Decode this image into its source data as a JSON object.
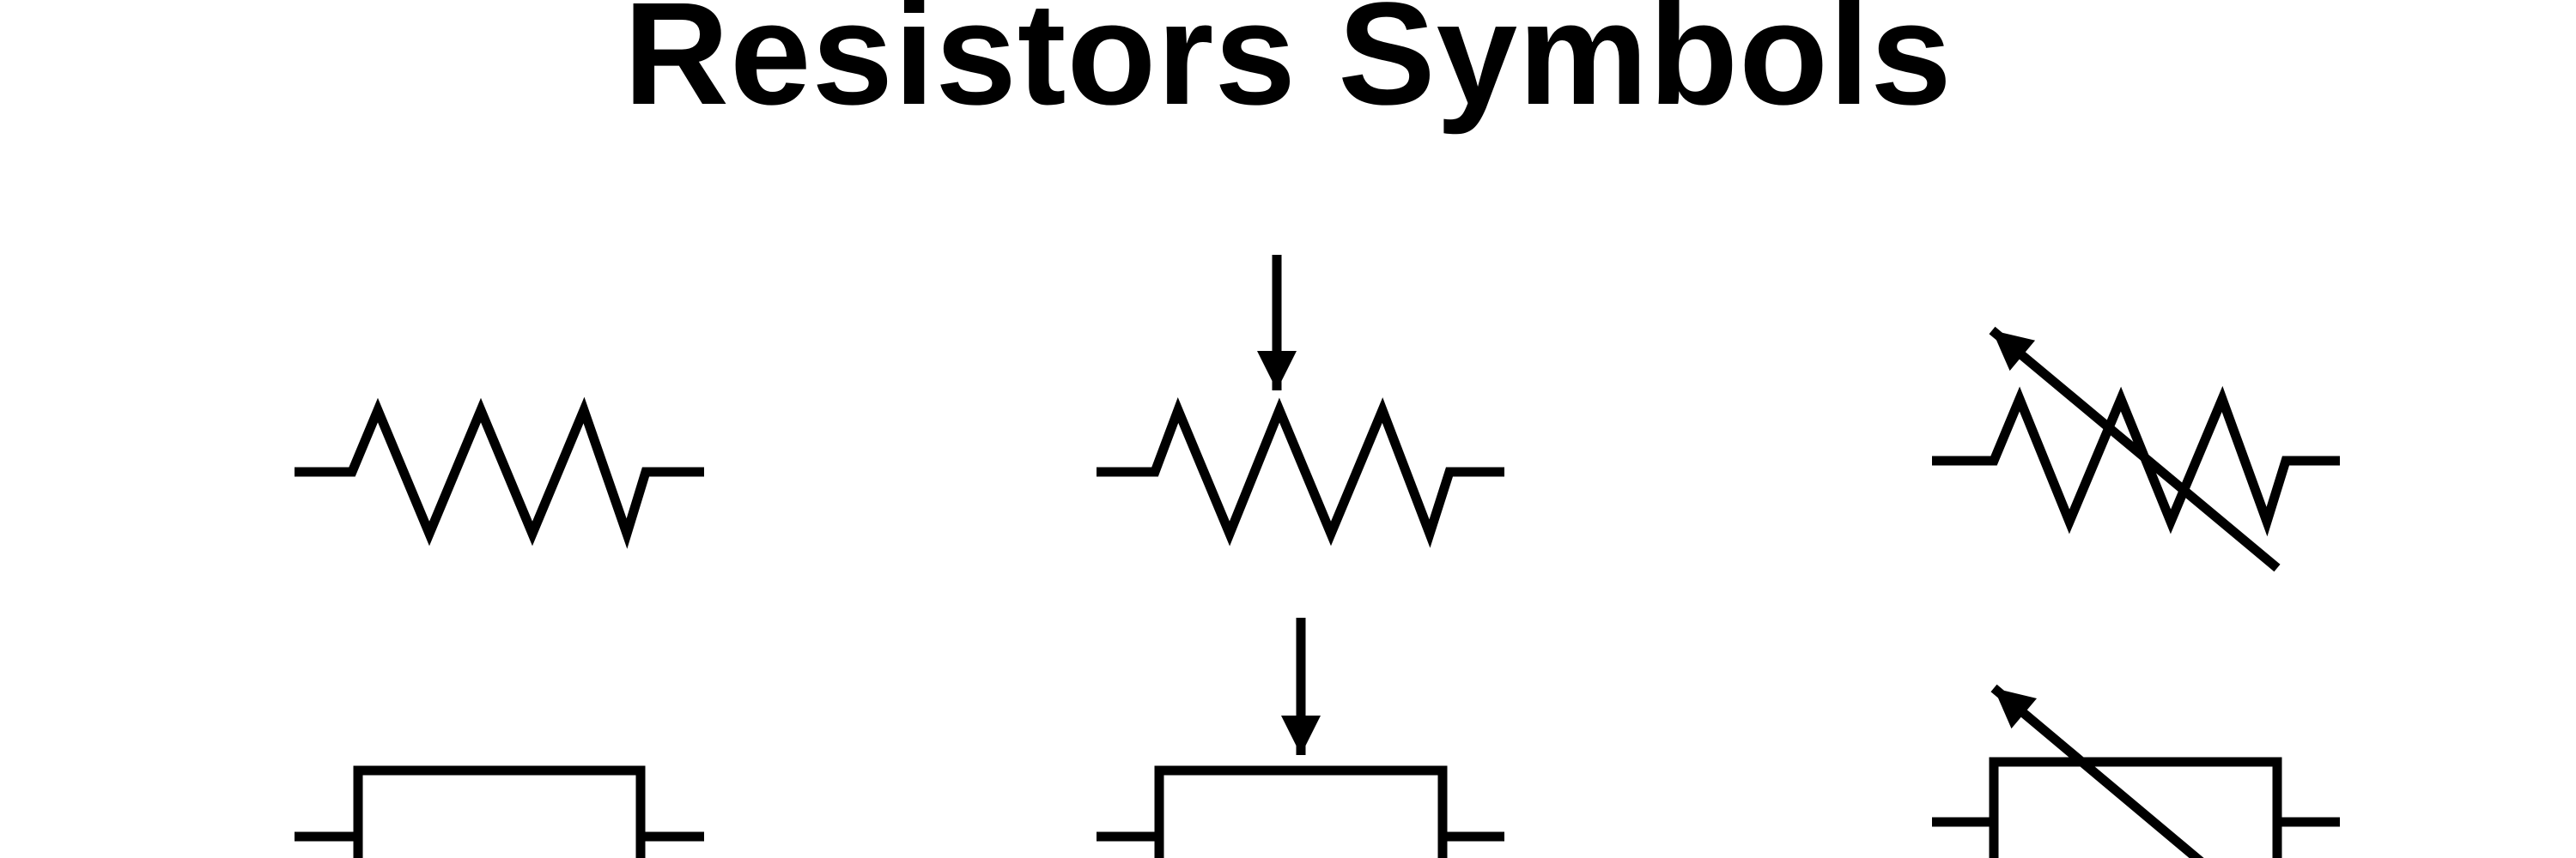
{
  "title": "Resistors Symbols",
  "colors": {
    "background": "#ffffff",
    "stroke": "#000000"
  },
  "symbols": [
    {
      "name": "fixed-resistor-zigzag",
      "style": "zigzag"
    },
    {
      "name": "potentiometer-zigzag",
      "style": "zigzag"
    },
    {
      "name": "variable-resistor-zigzag",
      "style": "zigzag"
    },
    {
      "name": "fixed-resistor-box",
      "style": "box"
    },
    {
      "name": "potentiometer-box",
      "style": "box"
    },
    {
      "name": "variable-resistor-box",
      "style": "box"
    }
  ]
}
